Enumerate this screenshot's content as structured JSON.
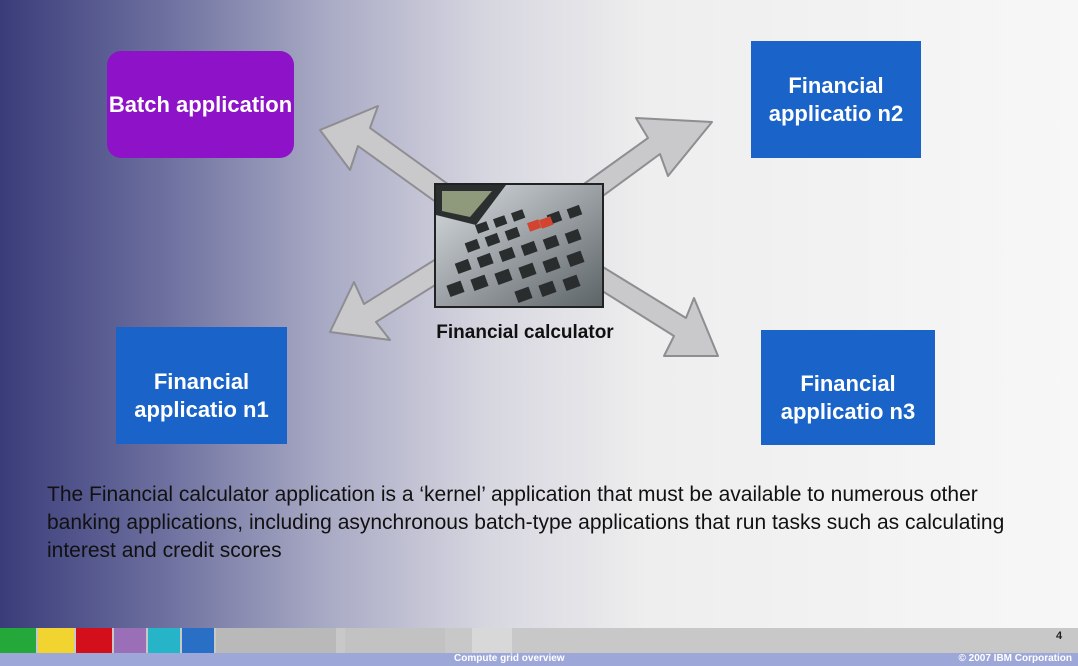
{
  "boxes": {
    "batch": "Batch application",
    "fin2": "Financial applicatio n2",
    "fin1": "Financial applicatio n1",
    "fin3": "Financial applicatio n3"
  },
  "calculator_label": "Financial calculator",
  "description": "The Financial calculator application is a ‘kernel’ application that must be available to numerous other banking applications, including asynchronous batch-type applications that run tasks such as calculating interest and credit scores",
  "footer": {
    "center": "Compute grid overview",
    "right": "© 2007 IBM Corporation",
    "page_number": "4"
  },
  "colors": {
    "batch": "#8e12c7",
    "financial": "#1a63c9",
    "arrow_fill": "#c9c9cc",
    "arrow_stroke": "#8d8d92"
  },
  "icons": {
    "calculator": "calculator-photo"
  }
}
